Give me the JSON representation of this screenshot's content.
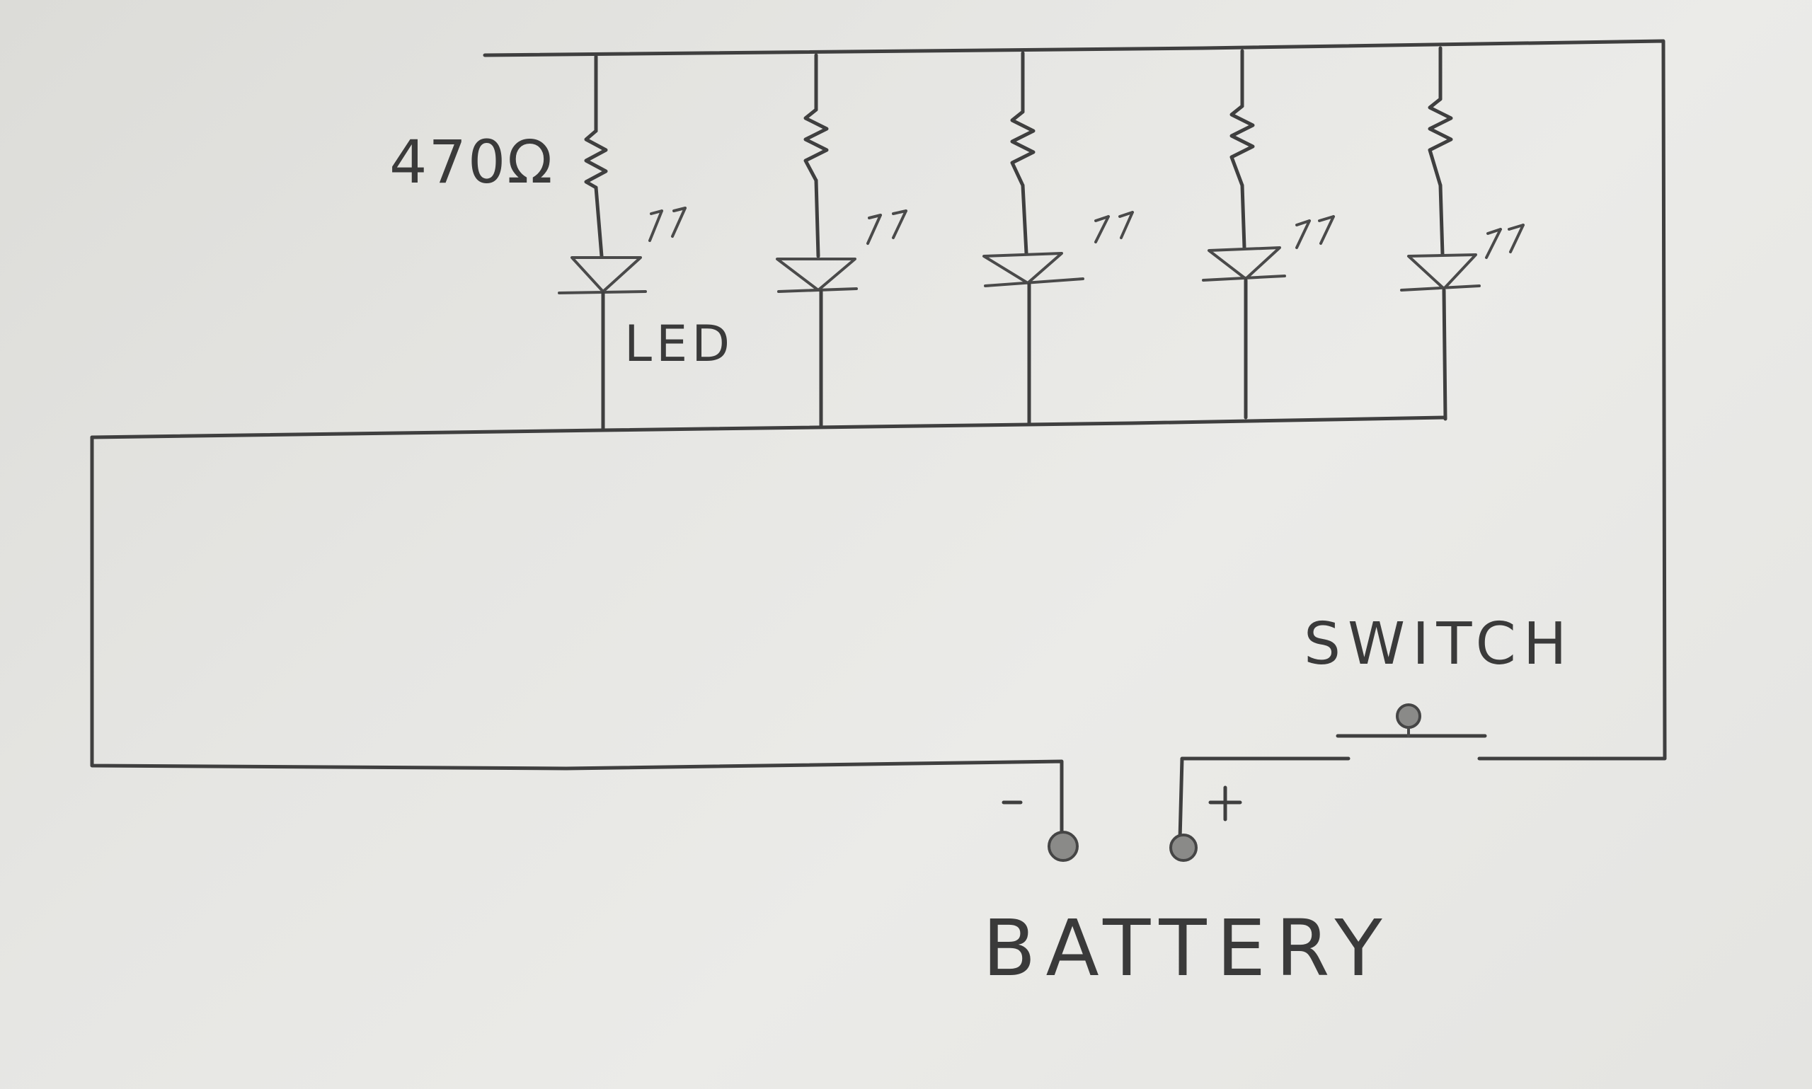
{
  "diagram": {
    "labels": {
      "resistor_value": "470Ω",
      "led": "LED",
      "switch": "SWITCH",
      "battery": "BATTERY",
      "battery_negative": "−",
      "battery_positive": "+"
    },
    "branches": [
      {
        "resistor": "470Ω",
        "component": "LED"
      },
      {
        "resistor": "",
        "component": "LED"
      },
      {
        "resistor": "",
        "component": "LED"
      },
      {
        "resistor": "",
        "component": "LED"
      },
      {
        "resistor": "",
        "component": "LED"
      }
    ],
    "colors": {
      "paper": "#e6e6e3",
      "pencil": "#3f3f3f"
    }
  }
}
